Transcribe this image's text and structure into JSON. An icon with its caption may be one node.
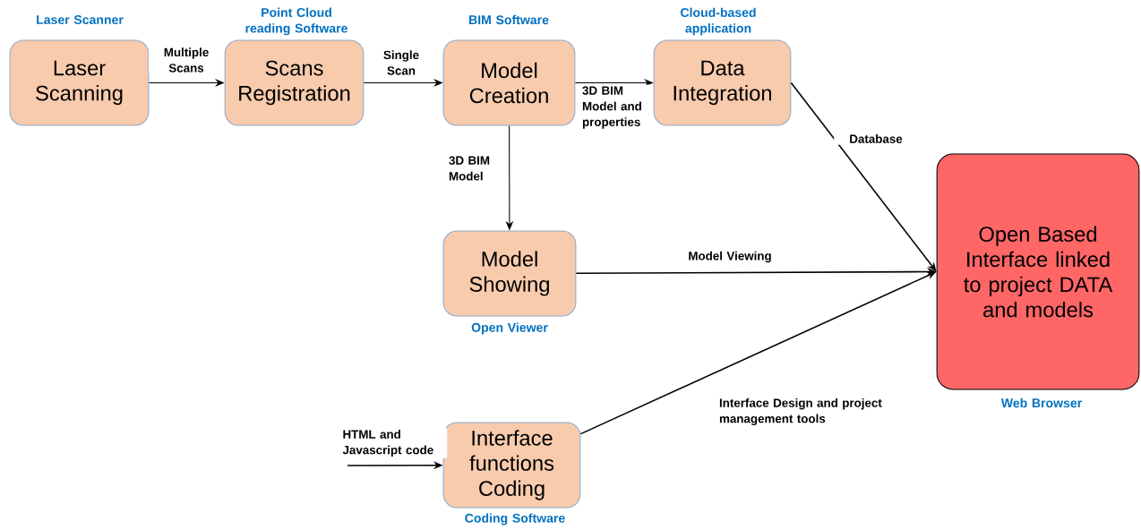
{
  "diagram": {
    "nodes": [
      {
        "text": [
          "Laser Scanning"
        ],
        "beside": [
          "Laser Scanner"
        ]
      },
      {
        "text": [
          "Scans Registration"
        ],
        "beside": [
          "Point Cloud reading Software"
        ]
      },
      {
        "text": [
          "Model Creation"
        ],
        "beside": [
          "BIM Software"
        ]
      },
      {
        "text": [
          "Data Integration"
        ],
        "beside": [
          "Cloud-based application"
        ]
      },
      {
        "text": [
          "Model Showing"
        ],
        "beside": [
          "Open Viewer"
        ]
      },
      {
        "text": [
          "Interface functions Coding"
        ],
        "beside": [
          "Coding Software"
        ]
      },
      {
        "text": [
          "Open Based Interface linked to project DATA and models"
        ],
        "beside": [
          "Web Browser"
        ]
      }
    ],
    "edges": [
      {
        "from": 0,
        "to": 1,
        "arrow": "to",
        "label": "Multiple Scans"
      },
      {
        "from": 1,
        "to": 2,
        "arrow": "to",
        "label": "Single Scan"
      },
      {
        "from": 2,
        "to": 3,
        "arrow": "to",
        "label": "3D BIM Model and properties"
      },
      {
        "from": 2,
        "to": 4,
        "arrow": "to",
        "label": "3D BIM Model"
      },
      {
        "from": 3,
        "to": 6,
        "arrow": "to",
        "label": "Database"
      },
      {
        "from": 4,
        "to": 6,
        "arrow": "to",
        "label": "Model Viewing"
      },
      {
        "from": 5,
        "to": 6,
        "arrow": "to",
        "label": "Interface Design and project management tools"
      },
      {
        "from": null,
        "to": 5,
        "arrow": "to",
        "label": "HTML and Javascript code"
      }
    ]
  }
}
